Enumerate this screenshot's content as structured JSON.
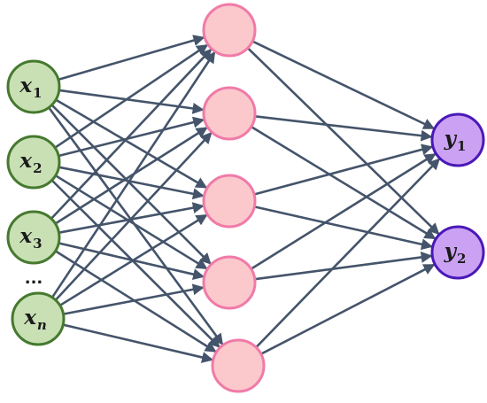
{
  "colors": {
    "edge": "#44546a",
    "input_fill": "#c8e0b4",
    "input_stroke": "#46792f",
    "hidden_fill": "#fbc8cc",
    "hidden_stroke": "#f07aa8",
    "output_fill": "#cba2f3",
    "output_stroke": "#4a18b8"
  },
  "inputs": [
    {
      "label": "x",
      "sub": "1"
    },
    {
      "label": "x",
      "sub": "2"
    },
    {
      "label": "x",
      "sub": "3"
    },
    {
      "label": "x",
      "sub": "n"
    }
  ],
  "ellipsis": "...",
  "hidden_count": 5,
  "outputs": [
    {
      "label": "y",
      "sub": "1"
    },
    {
      "label": "y",
      "sub": "2"
    }
  ]
}
